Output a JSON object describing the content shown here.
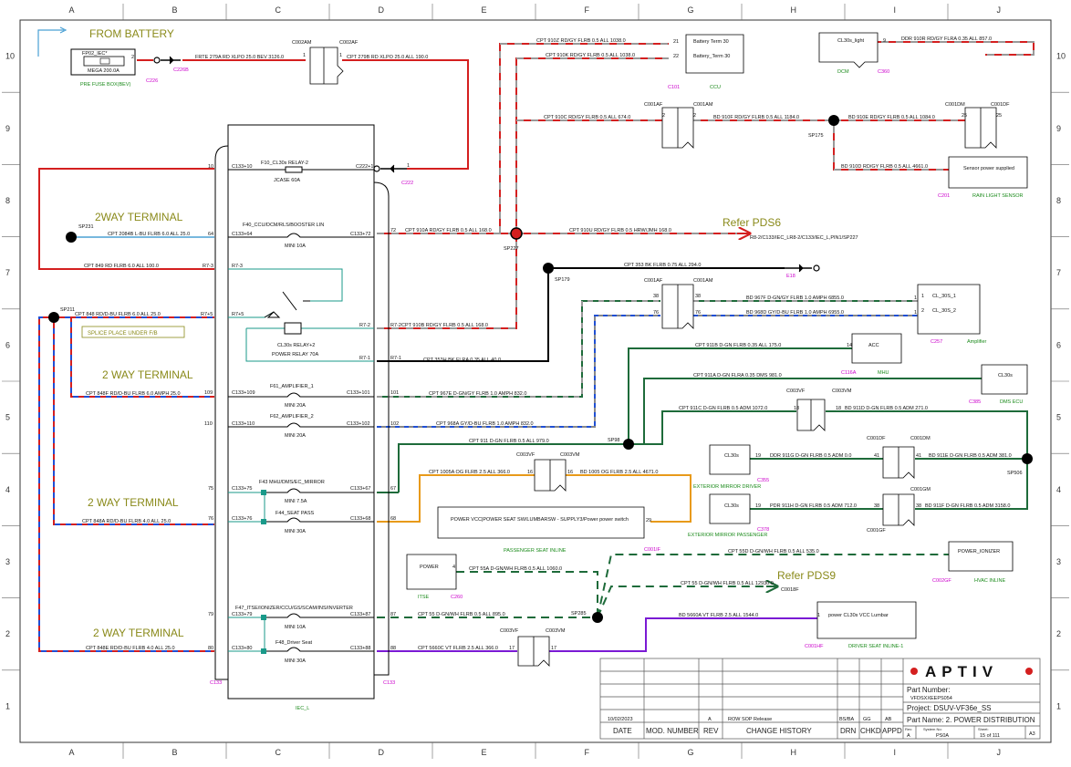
{
  "grid": {
    "cols": [
      "A",
      "B",
      "C",
      "D",
      "E",
      "F",
      "G",
      "H",
      "I",
      "J"
    ],
    "rows": [
      "10",
      "9",
      "8",
      "7",
      "6",
      "5",
      "4",
      "3",
      "2",
      "1"
    ]
  },
  "colors": {
    "red": "#d41f1f",
    "gray": "#999999",
    "green": "#1e6b3a",
    "blue": "#1f4fd4",
    "orange": "#e89a1a",
    "purple": "#7a1ad4",
    "black": "#000000",
    "sky": "#4aa0d4",
    "magenta": "#cc00cc",
    "label_green": "#1a8a1a",
    "olive": "#8a8a1a",
    "brand_red": "#d41f1f"
  },
  "headings": {
    "from_battery": "FROM BATTERY",
    "way1": "2WAY TERMINAL",
    "way2": "2 WAY TERMINAL",
    "way3": "2 WAY TERMINAL",
    "way4": "2 WAY TERMINAL",
    "refer_pds6": "Refer PDS6",
    "refer_pds9": "Refer PDS9",
    "splice_place": "SPLICE PLACE UNDER F/B"
  },
  "fuse_box": {
    "name": "FP02_IEC*",
    "fuse": "MEGA 200.0A",
    "label": "PRE FUSE BOX(BEV)",
    "conn": "C226",
    "pin": "2",
    "eyelet": "C226B"
  },
  "relay_box": {
    "bottom_label": "IEC_L",
    "left_conn": "C133",
    "right_conn": "C133",
    "f10": "F10_CL30s RELAY-2",
    "f10_rating": "JCASE 60A",
    "f40": "F40_CCU/DCM/RLS/BOOSTER LIN",
    "f40_rating": "MINI 10A",
    "relay": "CL30s RELAY+2",
    "relay_rating": "POWER RELAY 70A",
    "f61": "F61_AMPLIFIER_1",
    "f61_rating": "MINI 20A",
    "f62": "F62_AMPLIFIER_2",
    "f62_rating": "MINI 20A",
    "f43": "F43 MHU/DMS/EC_MIRROR",
    "f43_rating": "MINI 7.5A",
    "f44": "F44_SEAT PASS",
    "f44_rating": "MINI 30A",
    "f47": "F47_ITSE/IONIZER/CCU/GS/SCAM/INS/INVERTER",
    "f47_rating": "MINI 10A",
    "f48": "F48_Driver Seat",
    "f48_rating": "MINI 30A"
  },
  "pins": {
    "p10": "10",
    "c133_10": "C133+10",
    "c222_1": "C222+1",
    "p64": "64",
    "c133_64": "C133+64",
    "c133_72": "C133+72",
    "p72": "72",
    "r73l": "R7-3",
    "r73": "R7-3",
    "r75l": "R7+5",
    "r75": "R7+5",
    "r72": "R7-2",
    "r72o": "R7-2",
    "r71": "R7-1",
    "r71o": "R7-1",
    "p109": "109",
    "c133_109": "C133+109",
    "c133_101": "C133+101",
    "p101": "101",
    "p110": "110",
    "c133_110": "C133+110",
    "c133_102": "C133+102",
    "p102": "102",
    "p75": "75",
    "c133_75": "C133+75",
    "c133_67": "C133+67",
    "p67": "67",
    "p76": "76",
    "c133_76": "C133+76",
    "c133_68": "C133+68",
    "p68": "68",
    "p79": "79",
    "c133_79": "C133+79",
    "c133_87": "C133+87",
    "p87": "87",
    "p80": "80",
    "c133_80": "C133+80",
    "c133_88": "C133+88",
    "p88": "88"
  },
  "wires": {
    "frte": "FRTE 279A RD XLPO 25.0 BEV 3126.0",
    "cpt279b": "CPT 279B RD XLPO 25.0 ALL 190.0",
    "cpt910z": "CPT 910Z RD/GY FLRB 0.5 ALL 1038.0",
    "cpt910k": "CPT 910K RD/GY FLRB 0.5 ALL 1038.0",
    "ddr910r": "DDR 910R RD/GY FLRA 0.35 ALL 857.0",
    "cpt910c": "CPT 910C RD/GY FLRB 0.5 ALL 674.0",
    "bd910f": "BD 910F RD/GY FLRB 0.5 ALL 1184.0",
    "bd910e": "BD 910E RD/GY FLRB 0.5 ALL 1084.0",
    "bd910d": "BD 910D RD/GY FLRB 0.5 ALL 4661.0",
    "cpt2084b": "CPT 2084B L-BU FLRB 6.0 ALL 25.0",
    "cpt910a": "CPT 910A RD/GY FLRB 0.5 ALL 168.0",
    "cpt910u": "CPT 910U RD/GY FLRB 0.5 HRW/JMH 168.0",
    "refer_dest": "R8-2/C133/IEC_LR8-2/C133/IEC_L,PIN1/SP227",
    "cpt849": "CPT 849 RD FLRB 6.0 ALL 100.0",
    "cpt353": "CPT 353 BK FLRB 0.75 ALL 294.0",
    "cpt848": "CPT 848 RD/D-BU FLRB 6.0 ALL 25.0",
    "bd967f": "BD 967F D-GN/GY FLRB 1.0 AMPH 6855.0",
    "bd968d": "BD 968D GY/D-BU FLRB 1.0 AMPH 6955.0",
    "cpt910b": "CPT 910B RD/GY FLRB 0.5 ALL 168.0",
    "cpt911b": "CPT 911B D-GN FLRB 0.35 ALL 175.0",
    "cpt353h": "CPT 353H BK FLRA 0.35 ALL 40.0",
    "cpt911a": "CPT 911A D-GN FLRA 0.35 DMS 981.0",
    "cpt848f": "CPT 848F RD/D-BU FLRB 6.0 AMPH 25.0",
    "cpt967e": "CPT 967E D-GN/GY FLRB 1.0 AMPH 832.0",
    "cpt911c": "CPT 911C D-GN FLRB 0.5 ADM 1072.0",
    "bd911d": "BD 911D D-GN FLRB 0.5 ADM 271.0",
    "cpt968a": "CPT 968A GY/D-BU FLRB 1.0 AMPH 832.0",
    "cpt911": "CPT 911 D-GN FLRB 0.5 ALL 979.0",
    "ddr911g": "DDR 911G D-GN FLRB 0.5 ADM 0.0",
    "bd911e": "BD 911E D-GN FLRB 0.5 ADM 381.0",
    "cpt1005a": "CPT 1005A OG FLRB 2.5 ALL 366.0",
    "bd1005": "BD 1005 OG FLRB 2.5 ALL 4671.0",
    "pdr911h": "PDR 911H D-GN FLRB 0.5 ADM 712.0",
    "bd911f": "BD 911F D-GN FLRB 0.5 ADM 3158.0",
    "cpt848a": "CPT 848A RD/D-BU FLRB 4.0 ALL 25.0",
    "cpt55d": "CPT 55D D-GN/WH FLRB 0.5 ALL 535.0",
    "cpt55a": "CPT 55A D-GN/WH FLRB 0.5 ALL 1060.0",
    "cpt55": "CPT 55 D-GN/WH FLRB 0.5 ALL 12930.0",
    "refer9_dest": "C0018F",
    "cpt55c": "CPT 55 D-GN/WH FLRB 0.5 ALL 895.0",
    "bd5660a": "BD 5660A VT FLRB 2.5 ALL 1544.0",
    "cpt848e": "CPT 848E RD/D-BU FLRB 4.0 ALL 25.0",
    "cpt5660c": "CPT 5660C VT FLRB 2.5 ALL 366.0"
  },
  "splices": {
    "sp231": "SP231",
    "sp211": "SP211",
    "sp227": "SP227",
    "sp179": "SP179",
    "sp175": "SP175",
    "sp98": "SP98",
    "sp506": "SP506",
    "sp285": "SP285"
  },
  "connectors": {
    "c002am": "C002AM",
    "c002af": "C002AF",
    "c001af_top": "C001AF",
    "c001am_top": "C001AM",
    "c001dm": "C001DM",
    "c001df": "C001DF",
    "c001af_mid": "C001AF",
    "c001am_mid": "C001AM",
    "c003vf_a": "C003VF",
    "c003vm_a": "C003VM",
    "c003vf_b": "C003VF",
    "c003vm_b": "C003VM",
    "c001df_b": "C001DF",
    "c001dm_b": "C001DM",
    "c001gf": "C001GF",
    "c001gm": "C001GM",
    "c003vf_c": "C003VF",
    "c003vm_c": "C003VM",
    "c222": "C222",
    "e18": "E18"
  },
  "components": {
    "battery_term": {
      "line1": "Battery Term 30",
      "line2": "Battery_Term 30",
      "pin1": "21",
      "pin2": "22",
      "conn": "C101",
      "name": "CCU"
    },
    "dcm": {
      "text": "CL30s_light",
      "pin": "9",
      "conn": "C360",
      "name": "DCM"
    },
    "rain_sensor": {
      "text": "Sensor power supplied",
      "conn": "C201",
      "name": "RAIN LIGHT SENSOR"
    },
    "amplifier": {
      "line1": "CL_30S_1",
      "line2": "CL_30S_2",
      "pin1": "1",
      "pin2": "2",
      "conn": "C257",
      "name": "Amplifier"
    },
    "mhu": {
      "text": "ACC",
      "pin": "14",
      "conn": "C116A",
      "name": "MHU"
    },
    "dms": {
      "text": "CL30s",
      "conn": "C385",
      "name": "DMS ECU"
    },
    "mirror_drv": {
      "text": "CL30s",
      "conn": "C355",
      "name": "EXTERIOR MIRROR DRIVER"
    },
    "mirror_pass": {
      "text": "CL30s",
      "conn": "C378",
      "name": "EXTERIOR MIRROR PASSENGER"
    },
    "pass_seat": {
      "text": "POWER VCC|POWER SEAT SW/LUMBARSW - SUPPLY3/Power power switch",
      "pin": "29",
      "conn": "C001IF",
      "name": "PASSENGER SEAT INLINE"
    },
    "ionizer": {
      "text": "POWER_IONIZER",
      "conn": "C002GF",
      "name": "HVAC INLINE"
    },
    "itse": {
      "text": "POWER",
      "pin": "4",
      "conn": "C260",
      "name": "ITSE"
    },
    "driver_seat": {
      "text": "power CL30s VCC Lumbar",
      "pin": "1",
      "conn": "C001HF",
      "name": "DRIVER SEAT INLINE-1"
    }
  },
  "conn_pins": {
    "p1a": "1",
    "p1b": "1",
    "p2a": "2",
    "p2b": "2",
    "p25a": "25",
    "p25b": "25",
    "p38a": "38",
    "p38b": "38",
    "p76a": "76",
    "p76b": "76",
    "p18a": "18",
    "p18b": "18",
    "p16a": "16",
    "p16b": "16",
    "p19a": "19",
    "p41a": "41",
    "p41b": "41",
    "p19b": "19",
    "p38c": "38",
    "p38d": "38",
    "p17a": "17",
    "p17b": "17",
    "p1c": "1",
    "p1d": "1",
    "p1e": "1"
  },
  "title_block": {
    "brand": "APTIV",
    "part_number_label": "Part Number:",
    "part_number": "VFDSXXEEPS054",
    "project": "Project: DSUV-VF36e_SS",
    "part_name": "Part Name: 2. POWER DISTRIBUTION",
    "date_val": "10/02/2023",
    "rev_val": "A",
    "change_val": "ROW SOP Release",
    "drn_val": "BS/BA",
    "chkd_val": "GG",
    "appd_val": "AB",
    "h_date": "DATE",
    "h_mod": "MOD. NUMBER",
    "h_rev": "REV",
    "h_change": "CHANGE HISTORY",
    "h_drn": "DRN",
    "h_chkd": "CHKD",
    "h_appd": "APPD",
    "rev_label": "Rev:",
    "rev_code": "A",
    "system_label": "System No:",
    "system_code": "PS0A",
    "sheet_label": "Sheet:",
    "sheet_val": "15 of 111",
    "size": "A3"
  }
}
